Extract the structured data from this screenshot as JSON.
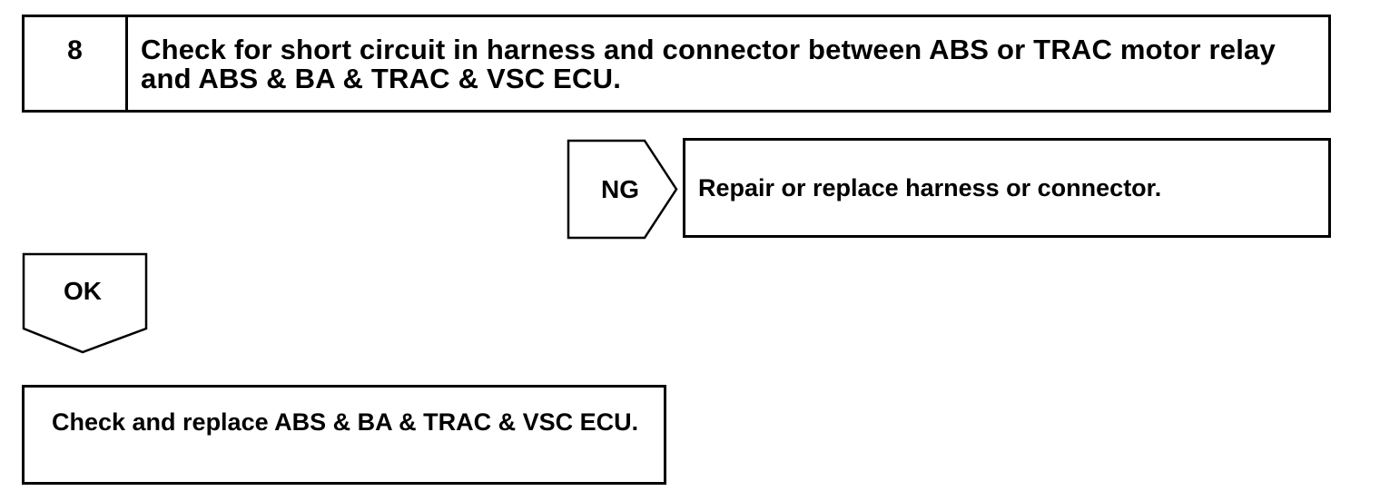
{
  "step": {
    "number": "8",
    "description": "Check for short circuit in harness and connector between ABS or TRAC motor relay and ABS & BA & TRAC & VSC ECU."
  },
  "ng_branch": {
    "label": "NG",
    "action": "Repair or replace harness or connector."
  },
  "ok_branch": {
    "label": "OK",
    "action": "Check and replace ABS & BA & TRAC & VSC ECU."
  }
}
